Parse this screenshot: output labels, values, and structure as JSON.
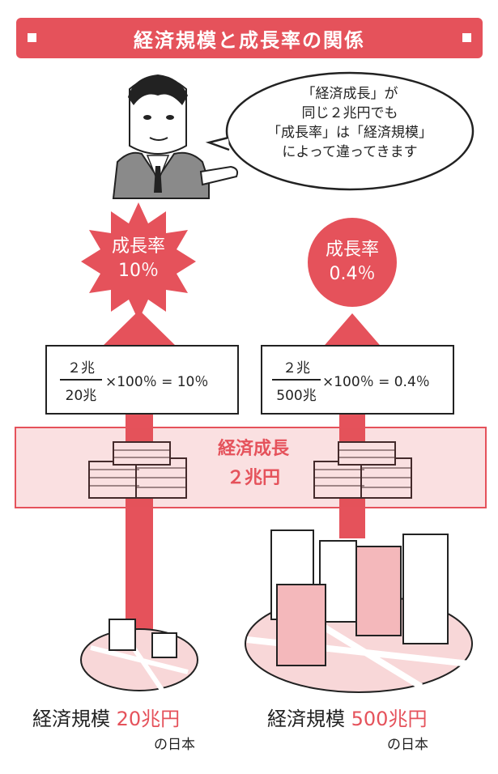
{
  "title": "経済規模と成長率の関係",
  "speech": {
    "lines": [
      "「経済成長」が",
      "同じ２兆円でも",
      "「成長率」は「経済規模」",
      "によって違ってきます"
    ]
  },
  "left": {
    "rate_label": "成長率",
    "rate_value": "10％",
    "numerator": "２兆",
    "denominator": "20兆",
    "formula_rest": "×100％ = 10％",
    "caption_label": "経済規模",
    "caption_value": "20兆円",
    "caption_sub": "の日本"
  },
  "right": {
    "rate_label": "成長率",
    "rate_value": "0.4％",
    "numerator": "２兆",
    "denominator": "500兆",
    "formula_rest": "×100％ = 0.4％",
    "caption_label": "経済規模",
    "caption_value": "500兆円",
    "caption_sub": "の日本"
  },
  "growth": {
    "label": "経済成長",
    "amount": "２兆円"
  },
  "colors": {
    "accent": "#e5525b",
    "light_accent": "#f8d7d8"
  }
}
